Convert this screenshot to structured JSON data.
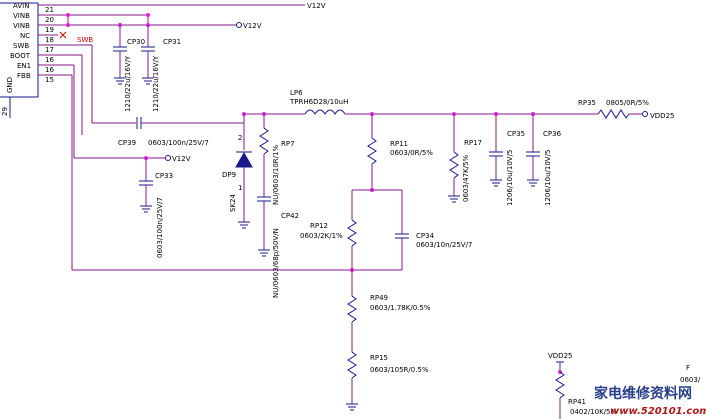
{
  "colors": {
    "wire": "#8a1a8a",
    "part": "#1a1a8a",
    "junction": "#e020e0",
    "text": "#000000",
    "no_connect": "#cc0000",
    "watermark": "#2a3f8a",
    "watermark_url": "#b01818"
  },
  "ic": {
    "pins": [
      {
        "name": "AVIN",
        "num": "21"
      },
      {
        "name": "VINB",
        "num": "20"
      },
      {
        "name": "VINB",
        "num": "19"
      },
      {
        "name": "NC",
        "num": "18"
      },
      {
        "name": "SWB",
        "num": "17"
      },
      {
        "name": "BOOT",
        "num": "16"
      },
      {
        "name": "EN1",
        "num": "16"
      },
      {
        "name": "FBB",
        "num": "15"
      }
    ],
    "gnd_label": "GND",
    "gnd_pin": "29"
  },
  "nets": {
    "v12_top": "V12V",
    "v12_mid": "V12V",
    "v12_low": "V12V",
    "swb": "SWB",
    "vdd25_out": "VDD25",
    "vdd25_bottom": "VDD25"
  },
  "components": {
    "cp30": {
      "ref": "CP30",
      "value": "1210/22u/16V/Y"
    },
    "cp31": {
      "ref": "CP31",
      "value": "1210/22u/16V/Y"
    },
    "cp39": {
      "ref": "CP39",
      "value": "0603/100n/25V/7"
    },
    "cp33": {
      "ref": "CP33",
      "value": "0603/100n/25V/7"
    },
    "dp9": {
      "ref": "DP9",
      "part": "SK24",
      "pin2": "2",
      "pin1": "1"
    },
    "rp7": {
      "ref": "RP7",
      "value": "NU/0603/10R/1%"
    },
    "cp42": {
      "ref": "CP42",
      "value": "NU/0603/68p/50V/N"
    },
    "lp6": {
      "ref": "LP6",
      "value": "TPRH6D28/10uH"
    },
    "rp11": {
      "ref": "RP11",
      "value": "0603/0R/5%"
    },
    "rp12": {
      "ref": "RP12",
      "value": "0603/2K/1%"
    },
    "cp34": {
      "ref": "CP34",
      "value": "0603/10n/25V/7"
    },
    "rp17": {
      "ref": "RP17",
      "value": "0603/47K/5%"
    },
    "cp35": {
      "ref": "CP35",
      "value": "1206/10u/10V/5"
    },
    "cp36": {
      "ref": "CP36",
      "value": "1206/10u/10V/5"
    },
    "rp35": {
      "ref": "RP35",
      "value": "0805/0R/5%"
    },
    "rp49": {
      "ref": "RP49",
      "value": "0603/1.78K/0.5%"
    },
    "rp15": {
      "ref": "RP15",
      "value": "0603/105R/0.5%"
    },
    "rp41": {
      "ref": "RP41",
      "value": "0402/10K/5%"
    }
  },
  "fragments": {
    "right_f": "F",
    "right_0603": "0603/"
  },
  "watermark": {
    "text": "家电维修资料网",
    "url": "www.520101.com"
  }
}
